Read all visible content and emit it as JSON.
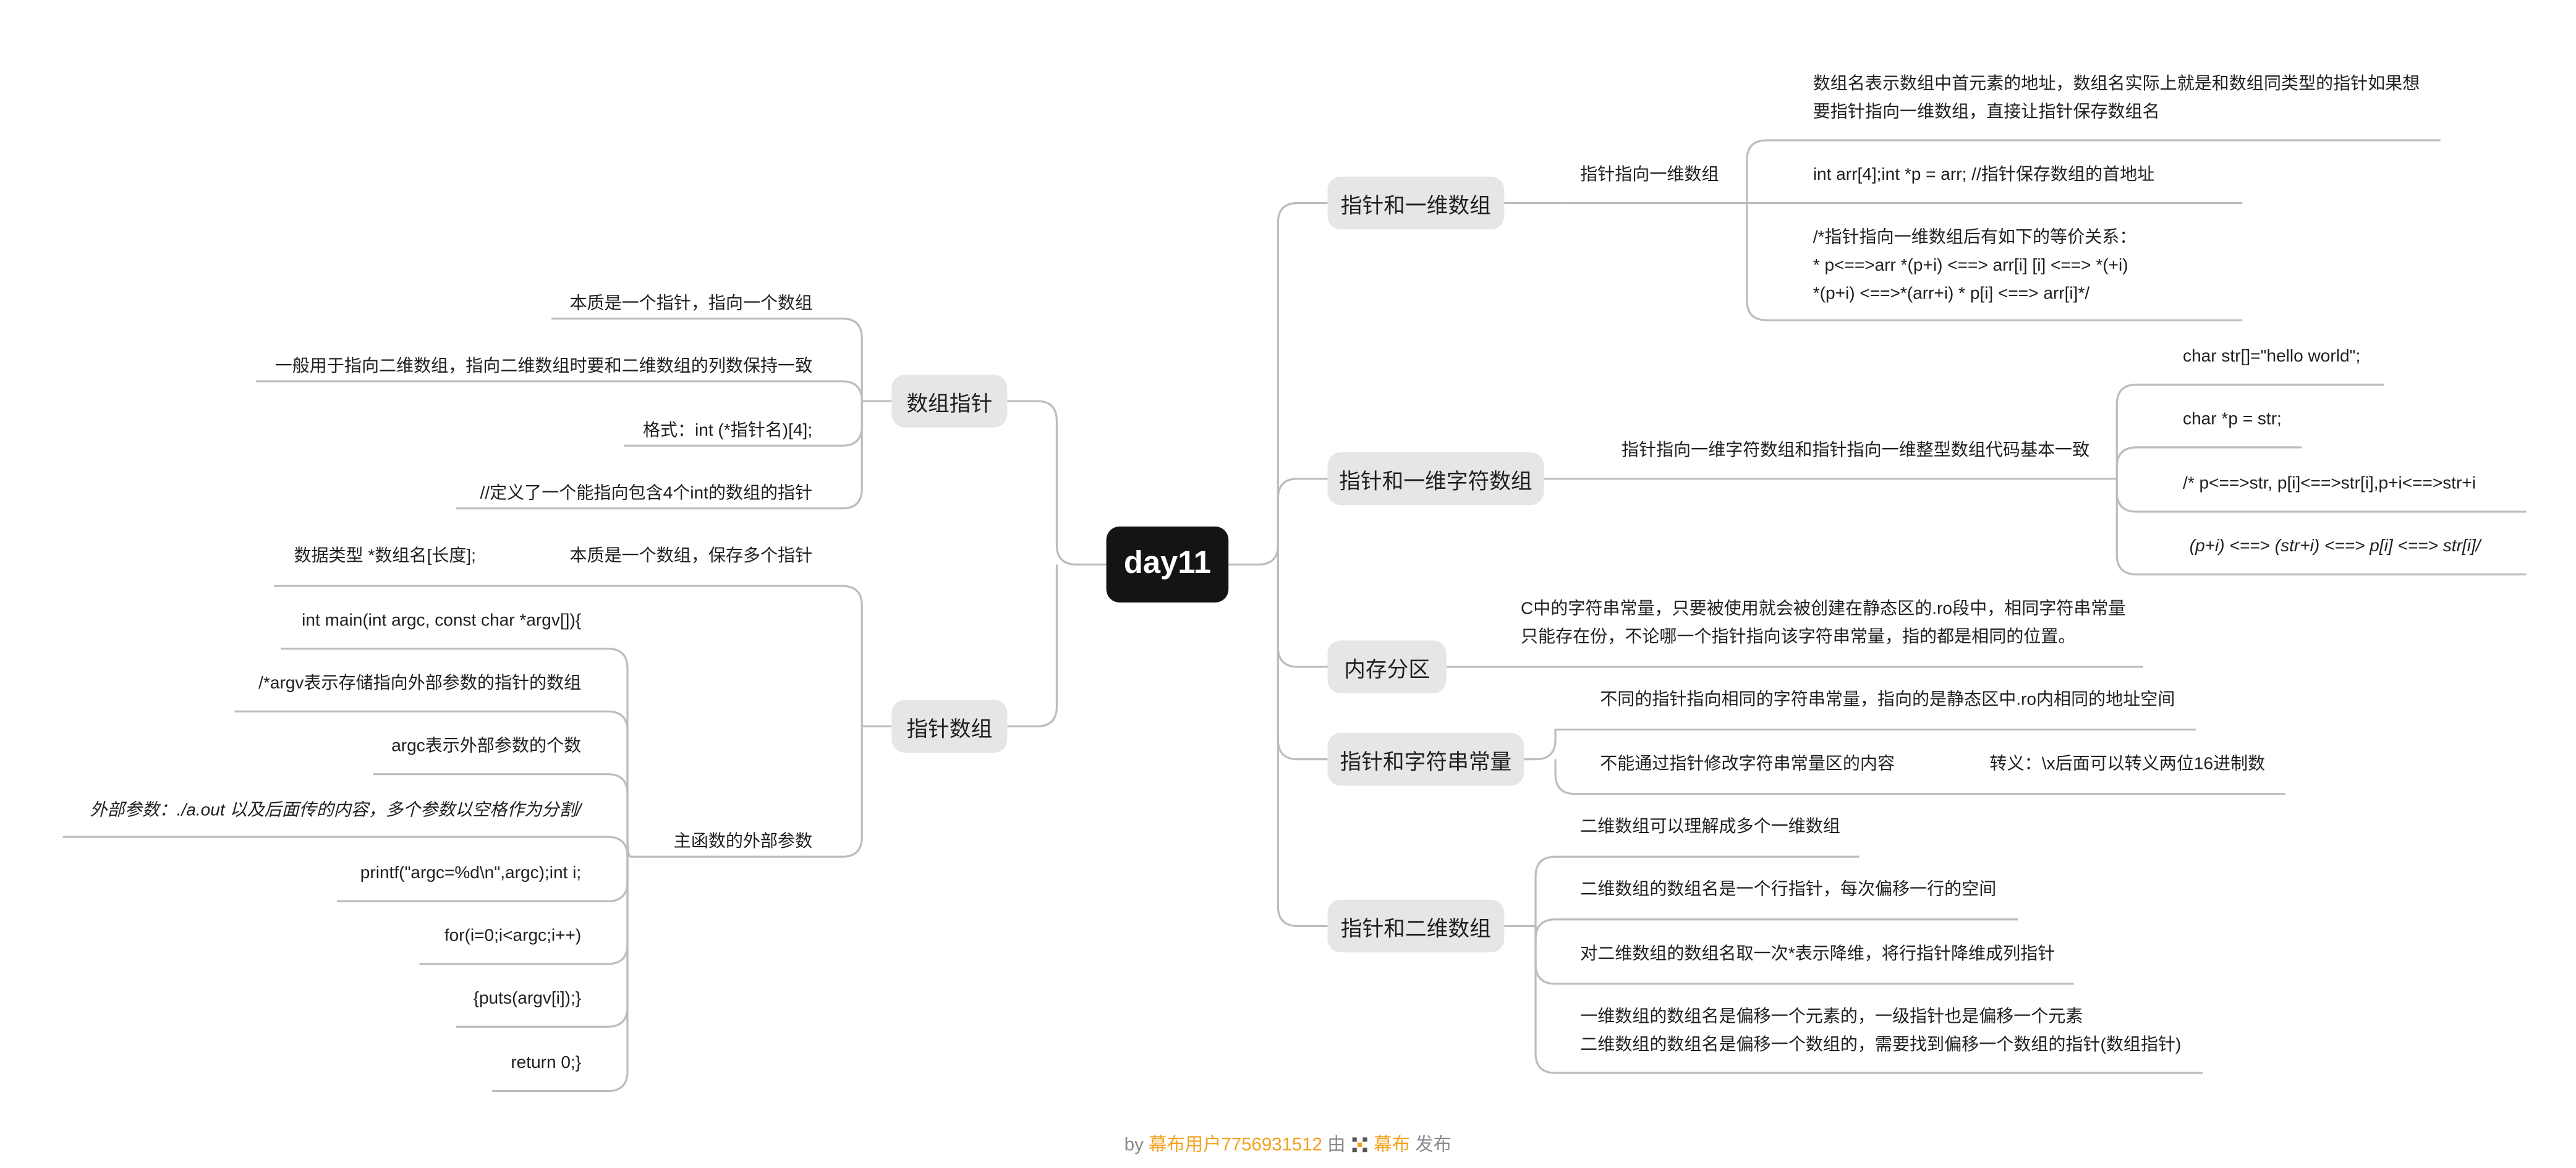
{
  "root": "day11",
  "left": {
    "array_pointer": {
      "label": "数组指针",
      "leaves": [
        "本质是一个指针，指向一个数组",
        "一般用于指向二维数组，指向二维数组时要和二维数组的列数保持一致",
        "格式：int (*指针名)[4];",
        "//定义了一个能指向包含4个int的数组的指针"
      ]
    },
    "pointer_array": {
      "label": "指针数组",
      "leaf1": "本质是一个数组，保存多个指针",
      "leaf1_child": "数据类型 *数组名[长度];",
      "leaf2": "主函数的外部参数",
      "leaf2_children": [
        "int main(int argc, const char *argv[]){",
        "/*argv表示存储指向外部参数的指针的数组",
        "argc表示外部参数的个数",
        "外部参数：./a.out 以及后面传的内容，多个参数以空格作为分割/",
        "printf(\"argc=%d\\n\",argc);int i;",
        "for(i=0;i<argc;i++)",
        "{puts(argv[i]);}",
        "return 0;}"
      ]
    }
  },
  "right": {
    "ptr_1d": {
      "label": "指针和一维数组",
      "sub": "指针指向一维数组",
      "leaves": [
        [
          "数组名表示数组中首元素的地址，数组名实际上就是和数组同类型的指针如果想",
          "要指针指向一维数组，直接让指针保存数组名"
        ],
        [
          "int arr[4];int *p = arr;    //指针保存数组的首地址"
        ],
        [
          "/*指针指向一维数组后有如下的等价关系：",
          "* p<==>arr      *(p+i) <==> arr[i]          [i]  <==> *(+i)",
          "*(p+i) <==>*(arr+i)        * p[i]  <==> arr[i]*/"
        ]
      ]
    },
    "ptr_str": {
      "label": "指针和一维字符数组",
      "sub": "指针指向一维字符数组和指针指向一维整型数组代码基本一致",
      "leaves": [
        "char str[]=\"hello world\";",
        "char *p = str;",
        "/* p<==>str, p[i]<==>str[i],p+i<==>str+i",
        "(p+i) <==> (str+i) <==> p[i] <==> str[i]/"
      ]
    },
    "mem": {
      "label": "内存分区",
      "lines": [
        "C中的字符串常量，只要被使用就会被创建在静态区的.ro段中，相同字符串常量",
        "只能存在份，不论哪一个指针指向该字符串常量，指的都是相同的位置。"
      ]
    },
    "ptr_const": {
      "label": "指针和字符串常量",
      "leaf1": "不同的指针指向相同的字符串常量，指向的是静态区中.ro内相同的地址空间",
      "leaf2": "不能通过指针修改字符串常量区的内容",
      "leaf2_child": "转义：\\x后面可以转义两位16进制数"
    },
    "ptr_2d": {
      "label": "指针和二维数组",
      "leaves": [
        [
          "二维数组可以理解成多个一维数组"
        ],
        [
          "二维数组的数组名是一个行指针，每次偏移一行的空间"
        ],
        [
          "对二维数组的数组名取一次*表示降维，将行指针降维成列指针"
        ],
        [
          "一维数组的数组名是偏移一个元素的，一级指针也是偏移一个元素",
          "二维数组的数组名是偏移一个数组的，需要找到偏移一个数组的指针(数组指针)"
        ]
      ]
    }
  },
  "footer": {
    "by": "by",
    "user": "幕布用户7756931512",
    "from": "由",
    "brand": "幕布",
    "publish": "发布"
  },
  "colors": {
    "line": "#bdbdbd",
    "node_bg": "#e6e6e6",
    "root_bg": "#141414",
    "accent": "#f2a11c"
  }
}
